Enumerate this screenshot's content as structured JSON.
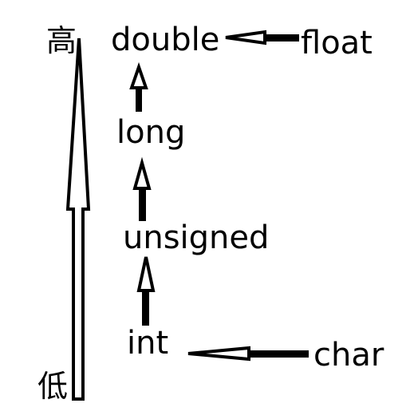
{
  "scale_labels": {
    "high": "高",
    "low": "低"
  },
  "types": {
    "double": "double",
    "float": "float",
    "long": "long",
    "unsigned": "unsigned",
    "int": "int",
    "char": "char"
  },
  "colors": {
    "ink": "#000000",
    "background": "#ffffff"
  }
}
